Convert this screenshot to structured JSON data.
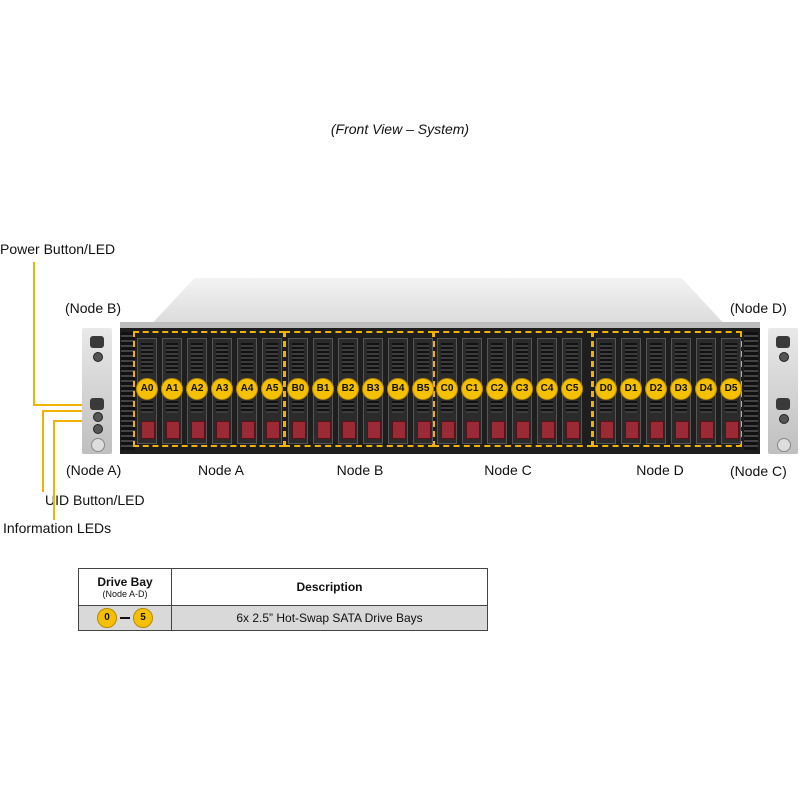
{
  "caption": "(Front View – System)",
  "callouts": {
    "power": "Power Button/LED",
    "uid": "UID Button/LED",
    "info": "Information  LEDs"
  },
  "node_refs": {
    "left_top": "(Node B)",
    "left_bottom": "(Node A)",
    "right_top": "(Node D)",
    "right_bottom": "(Node C)"
  },
  "nodes": [
    "Node A",
    "Node B",
    "Node C",
    "Node D"
  ],
  "bays": [
    "A0",
    "A1",
    "A2",
    "A3",
    "A4",
    "A5",
    "B0",
    "B1",
    "B2",
    "B3",
    "B4",
    "B5",
    "C0",
    "C1",
    "C2",
    "C3",
    "C4",
    "C5",
    "D0",
    "D1",
    "D2",
    "D3",
    "D4",
    "D5"
  ],
  "table": {
    "col1_title": "Drive Bay",
    "col1_sub": "(Node A-D)",
    "col2_title": "Description",
    "range_start": "0",
    "range_end": "5",
    "description": "6x 2.5” Hot-Swap  SATA Drive  Bays"
  },
  "colors": {
    "accent": "#f0b400",
    "bay_tag": "#f5c000",
    "handle": "#9a2a35"
  }
}
